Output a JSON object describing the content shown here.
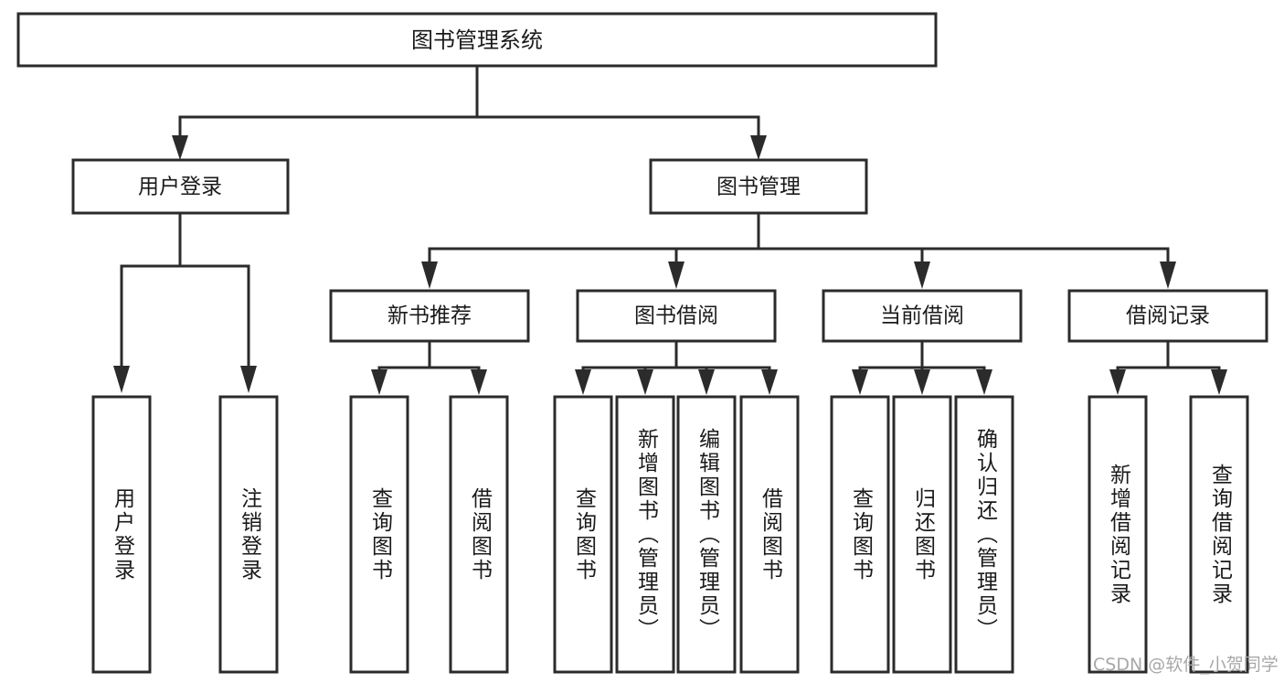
{
  "diagram": {
    "title": "图书管理系统",
    "type": "hierarchy-tree",
    "orientation": "top-down",
    "background_color": "#ffffff",
    "box_stroke_color": "#2b2b2b",
    "box_fill_color": "#ffffff",
    "text_color": "#1a1a1a",
    "levels": {
      "level1": [
        {
          "id": "root",
          "label": "图书管理系统"
        }
      ],
      "level2": [
        {
          "id": "login",
          "label": "用户登录",
          "parent": "root"
        },
        {
          "id": "bookmgmt",
          "label": "图书管理",
          "parent": "root"
        }
      ],
      "level3": [
        {
          "id": "newbook",
          "label": "新书推荐",
          "parent": "bookmgmt"
        },
        {
          "id": "borrow",
          "label": "图书借阅",
          "parent": "bookmgmt"
        },
        {
          "id": "current",
          "label": "当前借阅",
          "parent": "bookmgmt"
        },
        {
          "id": "records",
          "label": "借阅记录",
          "parent": "bookmgmt"
        }
      ],
      "level4": [
        {
          "id": "leaf-1",
          "label": "用户登录",
          "parent": "login"
        },
        {
          "id": "leaf-2",
          "label": "注销登录",
          "parent": "login"
        },
        {
          "id": "leaf-3",
          "label": "查询图书",
          "parent": "newbook"
        },
        {
          "id": "leaf-4",
          "label": "借阅图书",
          "parent": "newbook"
        },
        {
          "id": "leaf-5",
          "label": "查询图书",
          "parent": "borrow"
        },
        {
          "id": "leaf-6",
          "label": "新增图书（管理员）",
          "parent": "borrow"
        },
        {
          "id": "leaf-7",
          "label": "编辑图书（管理员）",
          "parent": "borrow"
        },
        {
          "id": "leaf-8",
          "label": "借阅图书",
          "parent": "borrow"
        },
        {
          "id": "leaf-9",
          "label": "查询图书",
          "parent": "current"
        },
        {
          "id": "leaf-10",
          "label": "归还图书",
          "parent": "current"
        },
        {
          "id": "leaf-11",
          "label": "确认归还（管理员）",
          "parent": "current"
        },
        {
          "id": "leaf-12",
          "label": "新增借阅记录",
          "parent": "records"
        },
        {
          "id": "leaf-13",
          "label": "查询借阅记录",
          "parent": "records"
        }
      ]
    }
  },
  "watermark": {
    "text": "CSDN @软件_小贺同学"
  }
}
